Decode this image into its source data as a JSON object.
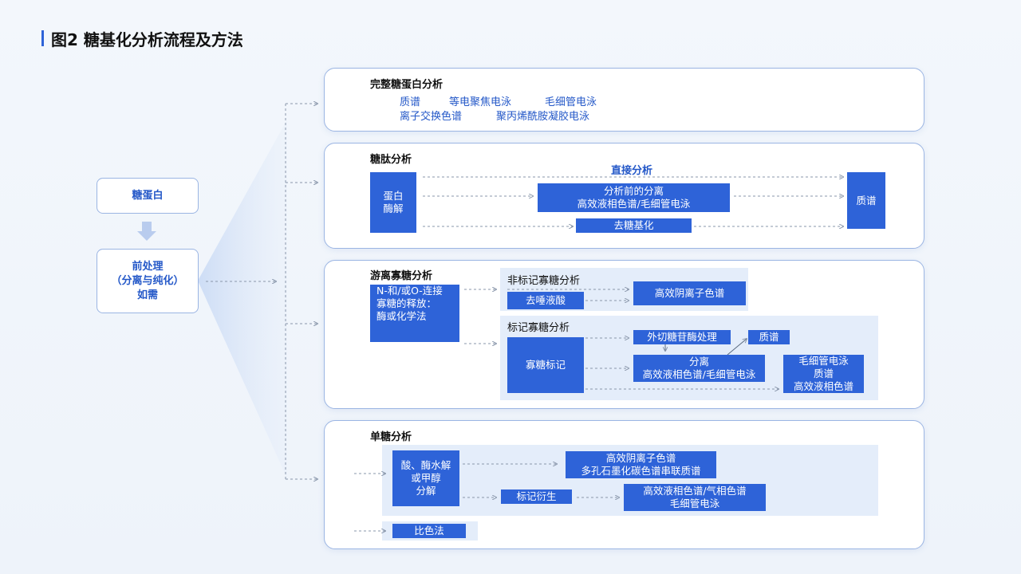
{
  "title": "图2  糖基化分析流程及方法",
  "left": {
    "glycoprotein": "糖蛋白",
    "pretreatment": [
      "前处理",
      "（分离与纯化）",
      "如需"
    ]
  },
  "card1": {
    "title": "完整糖蛋白分析",
    "methods_row1": [
      "质谱",
      "等电聚焦电泳",
      "毛细管电泳"
    ],
    "methods_row2": [
      "离子交换色谱",
      "聚丙烯酰胺凝胶电泳"
    ]
  },
  "card2": {
    "title": "糖肽分析",
    "digest": [
      "蛋白",
      "酶解"
    ],
    "direct": "直接分析",
    "separation": [
      "分析前的分离",
      "高效液相色谱/毛细管电泳"
    ],
    "deglyco": "去糖基化",
    "ms": "质谱"
  },
  "card3": {
    "title": "游离寡糖分析",
    "release": [
      "N-和/或O-连接",
      "寡糖的释放：",
      "酶或化学法"
    ],
    "unlabeled_title": "非标记寡糖分析",
    "desialyl": "去唾液酸",
    "hpaec": "高效阴离子色谱",
    "labeled_title": "标记寡糖分析",
    "labeling": "寡糖标记",
    "exo": "外切糖苷酶处理",
    "ms": "质谱",
    "separation": [
      "分离",
      "高效液相色谱/毛细管电泳"
    ],
    "detect": [
      "毛细管电泳",
      "质谱",
      "高效液相色谱"
    ]
  },
  "card4": {
    "title": "单糖分析",
    "hydrolysis": [
      "酸、酶水解",
      "或甲醇",
      "分解"
    ],
    "hpaec": [
      "高效阴离子色谱",
      "多孔石墨化碳色谱串联质谱"
    ],
    "derivatization": "标记衍生",
    "hplc_gc": [
      "高效液相色谱/气相色谱",
      "毛细管电泳"
    ],
    "colorimetric": "比色法"
  }
}
